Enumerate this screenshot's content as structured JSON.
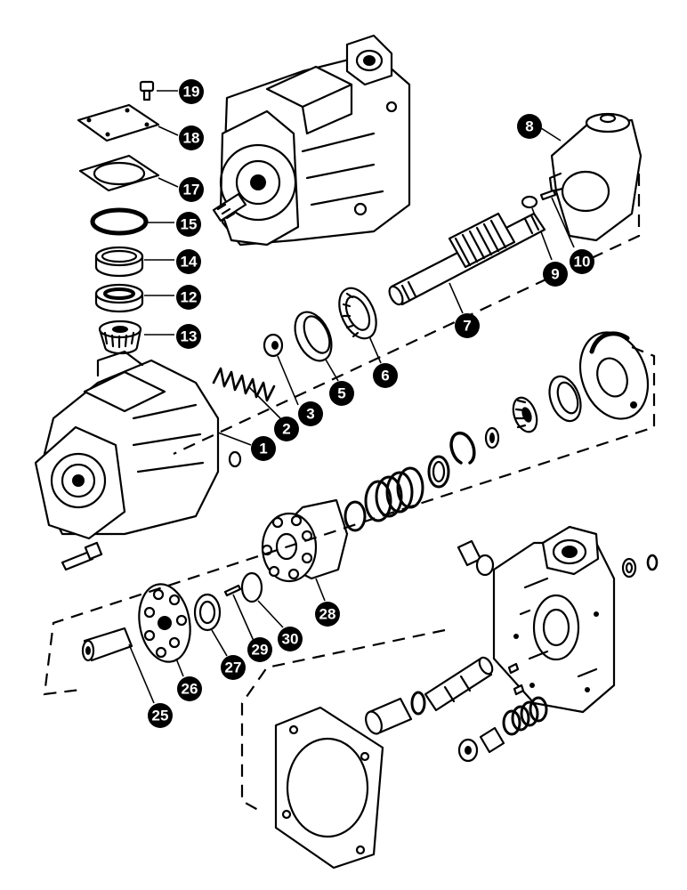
{
  "callouts": {
    "c1": "1",
    "c2": "2",
    "c3": "3",
    "c5": "5",
    "c6": "6",
    "c7": "7",
    "c8": "8",
    "c9": "9",
    "c10": "10",
    "c12": "12",
    "c13": "13",
    "c14": "14",
    "c15": "15",
    "c17": "17",
    "c18": "18",
    "c19": "19",
    "c25": "25",
    "c26": "26",
    "c27": "27",
    "c28": "28",
    "c29": "29",
    "c30": "30"
  },
  "colors": {
    "ink": "#000000",
    "paper": "#ffffff"
  }
}
